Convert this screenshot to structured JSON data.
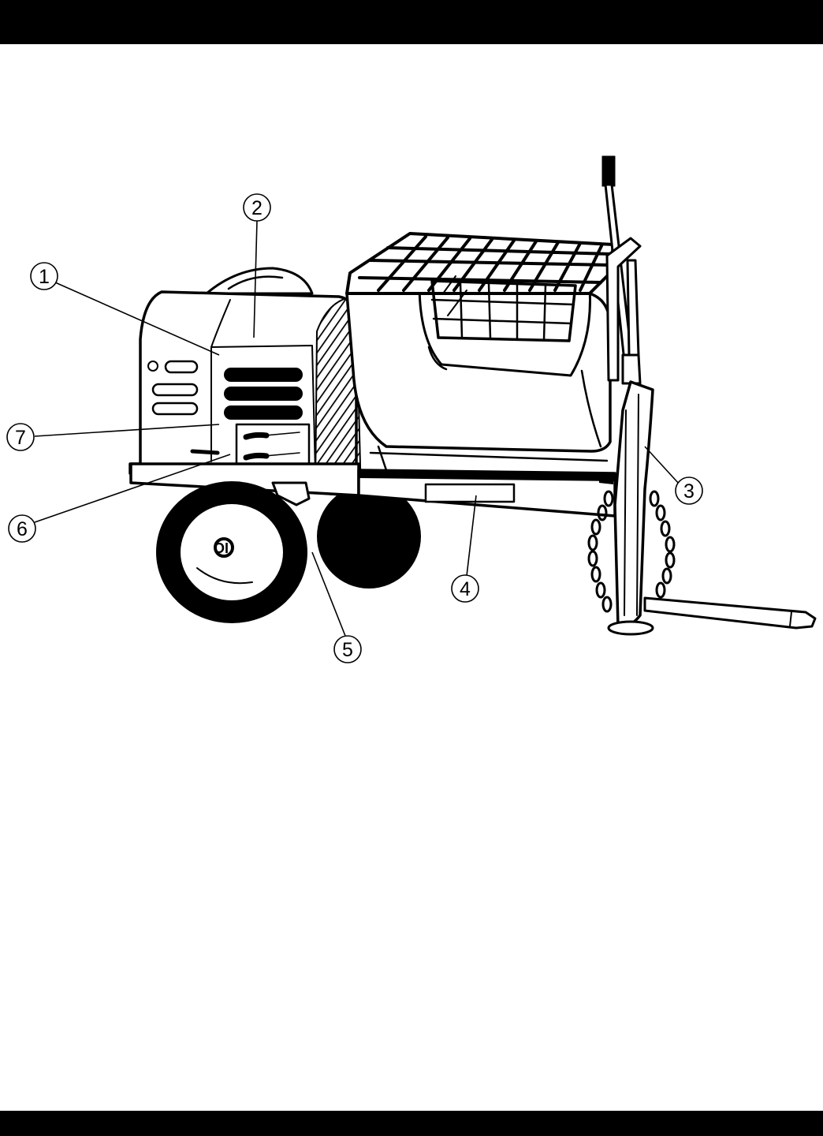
{
  "colors": {
    "ink": "#000000",
    "paper": "#ffffff"
  },
  "illustration": {
    "subject": "towed-mixer-line-drawing"
  },
  "callouts": [
    {
      "id": "c1",
      "label": "1"
    },
    {
      "id": "c2",
      "label": "2"
    },
    {
      "id": "c3",
      "label": "3"
    },
    {
      "id": "c4",
      "label": "4"
    },
    {
      "id": "c5",
      "label": "5"
    },
    {
      "id": "c6",
      "label": "6"
    },
    {
      "id": "c7",
      "label": "7"
    }
  ]
}
